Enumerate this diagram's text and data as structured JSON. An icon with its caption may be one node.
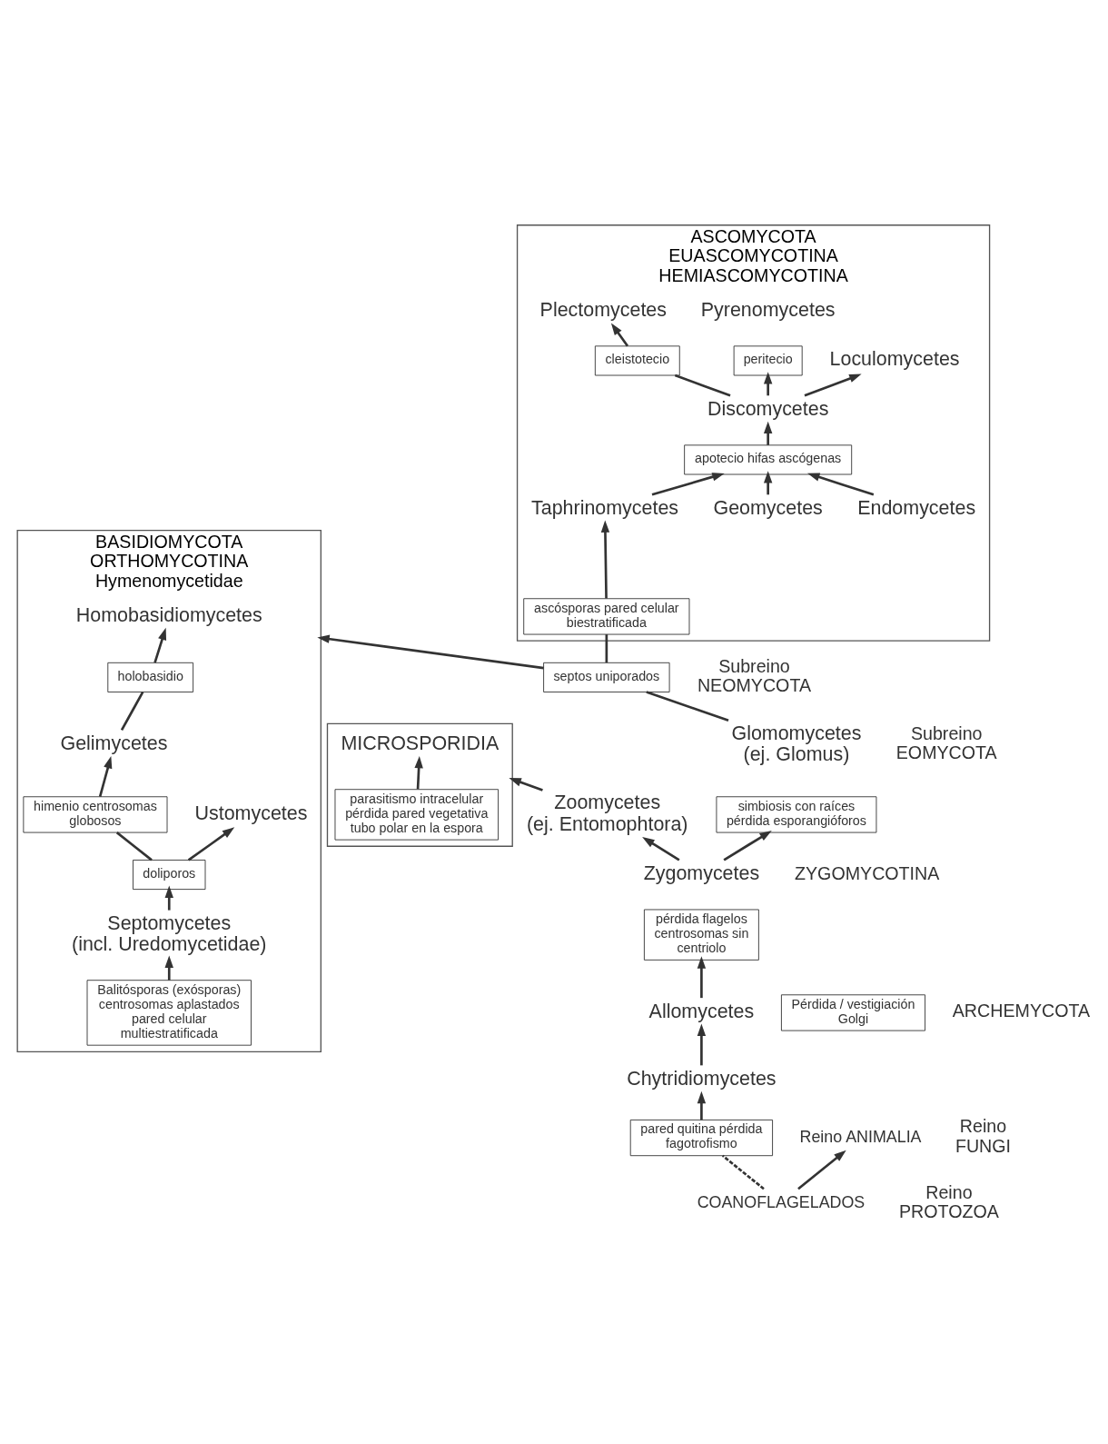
{
  "diagram": {
    "nodes": [
      {
        "text": [
          "BASIDIOMYCOTA",
          "ORTHOMYCOTINA",
          "Hymenomycetidae"
        ]
      },
      {
        "text": [
          "Homobasidiomycetes"
        ],
        "in": 0
      },
      {
        "text": [
          "holobasidio"
        ],
        "in": 0
      },
      {
        "text": [
          "Gelimycetes"
        ],
        "in": 0
      },
      {
        "text": [
          "himenio centrosomas globosos"
        ],
        "in": 0
      },
      {
        "text": [
          "Ustomycetes"
        ],
        "in": 0
      },
      {
        "text": [
          "doliporos"
        ],
        "in": 0
      },
      {
        "text": [
          "Septomycetes",
          "(incl. Uredomycetidae)"
        ],
        "in": 0
      },
      {
        "text": [
          "Balitósporas (exósporas) centrosomas aplastados pared celular multiestratificada"
        ],
        "in": 0
      },
      {
        "text": [
          "ASCOMYCOTA",
          "EUASCOMYCOTINA",
          "HEMIASCOMYCOTINA"
        ]
      },
      {
        "text": [
          "Plectomycetes"
        ],
        "in": 9
      },
      {
        "text": [
          "cleistotecio"
        ],
        "in": 9
      },
      {
        "text": [
          "Pyrenomycetes"
        ],
        "in": 9
      },
      {
        "text": [
          "peritecio"
        ],
        "in": 9
      },
      {
        "text": [
          "Discomycetes"
        ],
        "in": 9
      },
      {
        "text": [
          "Loculomycetes"
        ],
        "in": 9
      },
      {
        "text": [
          "apotecio hifas ascógenas"
        ],
        "in": 9
      },
      {
        "text": [
          "Endomycetes"
        ],
        "in": 9
      },
      {
        "text": [
          "Geomycetes"
        ],
        "in": 9
      },
      {
        "text": [
          "Taphrinomycetes"
        ],
        "in": 9
      },
      {
        "text": [
          "ascósporas pared celular biestratificada"
        ],
        "in": 9
      },
      {
        "text": [
          "septos uniporados"
        ]
      },
      {
        "text": [
          "Glomomycetes",
          "(ej. Glomus)"
        ]
      },
      {
        "text": [
          "simbiosis con raíces pérdida esporangióforos"
        ]
      },
      {
        "text": [],
        "shape": "box"
      },
      {
        "text": [
          "MICROSPORIDIA"
        ],
        "in": 24
      },
      {
        "text": [
          "parasitismo intracelular pérdida pared vegetativa tubo polar en la espora"
        ],
        "in": 24
      },
      {
        "text": [
          "Zoomycetes",
          "(ej. Entomophtora)"
        ]
      },
      {
        "text": [
          "Zygomycetes"
        ]
      },
      {
        "text": [
          "pérdida flagelos centrosomas sin centriolo"
        ]
      },
      {
        "text": [
          "Allomycetes"
        ]
      },
      {
        "text": [
          "Pérdida / vestigiación Golgi"
        ]
      },
      {
        "text": [
          "Chytridiomycetes"
        ]
      },
      {
        "text": [
          "pared quitina pérdida fagotrofismo"
        ]
      },
      {
        "text": [
          "COANOFLAGELADOS"
        ]
      },
      {
        "text": [
          "Reino ANIMALIA"
        ]
      }
    ],
    "edges": [
      {
        "from": 8,
        "to": 7,
        "arrow": "to"
      },
      {
        "from": 7,
        "to": 6,
        "arrow": "to"
      },
      {
        "from": 6,
        "to": 4,
        "arrow": "none"
      },
      {
        "from": 4,
        "to": 3,
        "arrow": "to"
      },
      {
        "from": 6,
        "to": 5,
        "arrow": "to"
      },
      {
        "from": 3,
        "to": 2,
        "arrow": "none"
      },
      {
        "from": 2,
        "to": 1,
        "arrow": "to"
      },
      {
        "from": 20,
        "to": 19,
        "arrow": "to"
      },
      {
        "from": 19,
        "to": 16,
        "arrow": "to"
      },
      {
        "from": 17,
        "to": 16,
        "arrow": "to"
      },
      {
        "from": 18,
        "to": 16,
        "arrow": "to"
      },
      {
        "from": 16,
        "to": 14,
        "arrow": "to"
      },
      {
        "from": 14,
        "to": 11,
        "arrow": "none"
      },
      {
        "from": 11,
        "to": 10,
        "arrow": "to"
      },
      {
        "from": 14,
        "to": 13,
        "arrow": "to"
      },
      {
        "from": 14,
        "to": 15,
        "arrow": "to"
      },
      {
        "from": 21,
        "to": 0,
        "arrow": "to"
      },
      {
        "from": 21,
        "to": 20,
        "arrow": "none"
      },
      {
        "from": 22,
        "to": 21,
        "arrow": "none"
      },
      {
        "from": 28,
        "to": 23,
        "arrow": "to"
      },
      {
        "from": 28,
        "to": 27,
        "arrow": "to"
      },
      {
        "from": 27,
        "to": 24,
        "arrow": "to"
      },
      {
        "from": 26,
        "to": 25,
        "arrow": "to"
      },
      {
        "from": 30,
        "to": 29,
        "arrow": "to"
      },
      {
        "from": 32,
        "to": 30,
        "arrow": "to"
      },
      {
        "from": 33,
        "to": 32,
        "arrow": "to"
      },
      {
        "from": 34,
        "to": 33,
        "arrow": "none",
        "style": "dashed"
      },
      {
        "from": 34,
        "to": 35,
        "arrow": "to"
      }
    ],
    "labels": [
      "Subreino NEOMYCOTA",
      "Subreino EOMYCOTA",
      "ZYGOMYCOTINA",
      "ARCHEMYCOTA",
      "Reino FUNGI",
      "Reino PROTOZOA"
    ]
  }
}
